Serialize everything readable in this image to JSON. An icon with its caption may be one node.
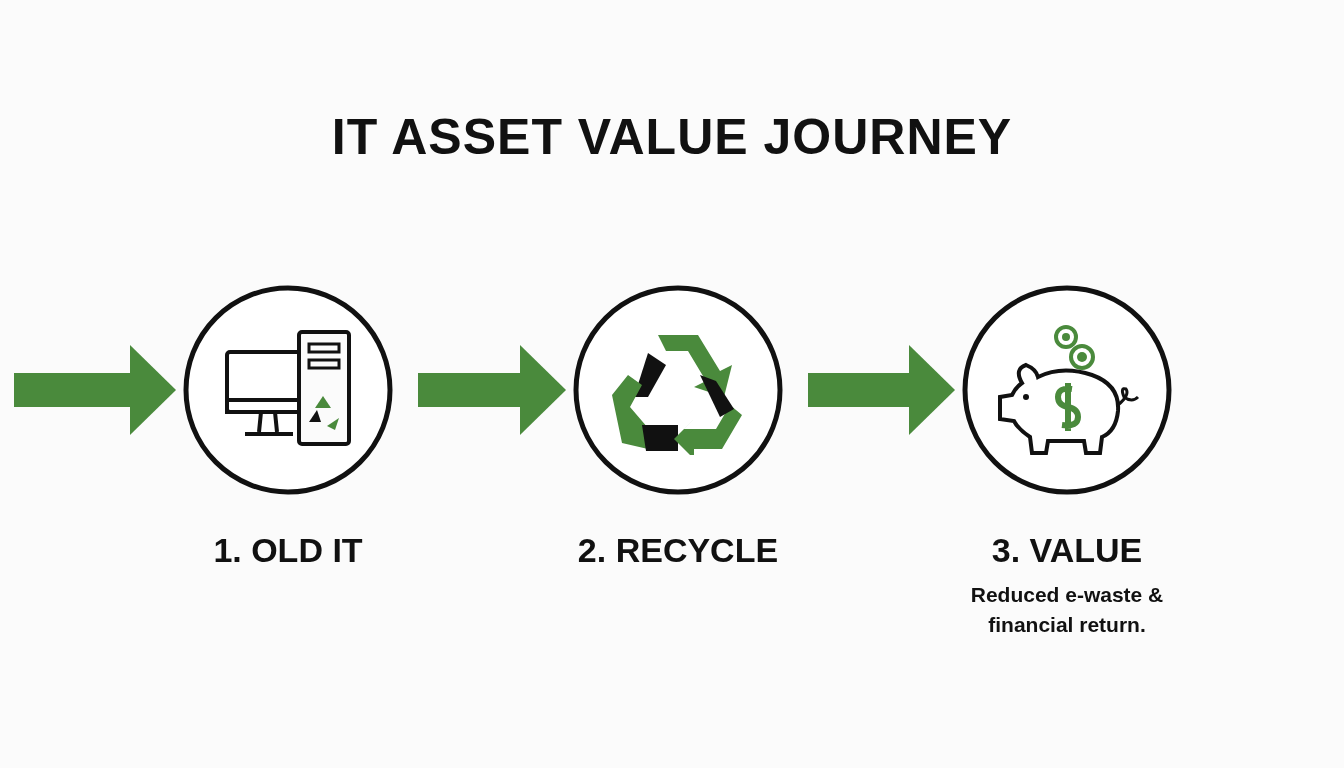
{
  "diagram": {
    "title": "IT ASSET VALUE JOURNEY",
    "nodes": [
      {
        "text": [
          "1. OLD IT"
        ]
      },
      {
        "text": [
          "2. RECYCLE"
        ]
      },
      {
        "text": [
          "3. VALUE",
          "Reduced e-waste & financial return."
        ]
      }
    ],
    "edges": [
      {
        "from": null,
        "to": 0,
        "arrow": "to"
      },
      {
        "from": 0,
        "to": 1,
        "arrow": "to"
      },
      {
        "from": 1,
        "to": 2,
        "arrow": "to"
      }
    ]
  }
}
